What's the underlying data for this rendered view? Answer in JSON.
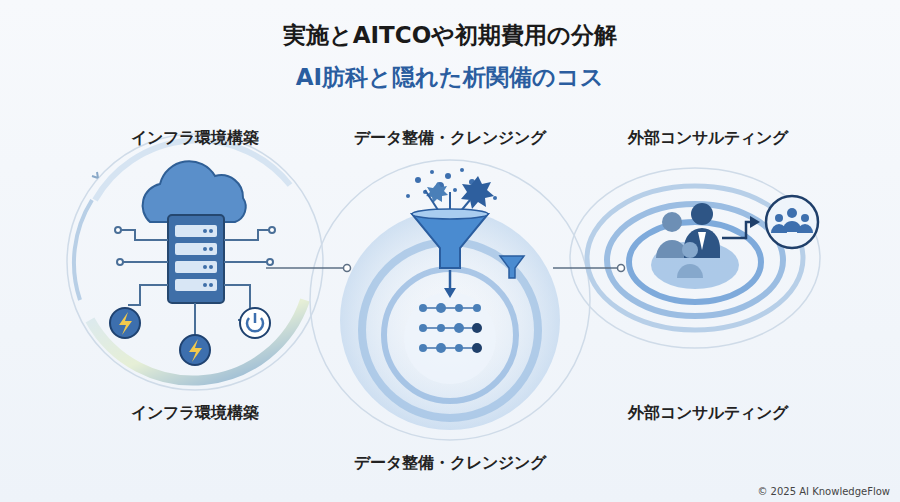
{
  "diagram": {
    "title": "実施とAITCOや初期費用の分解",
    "caption": "AI肪科と隠れた析関備のコス",
    "nodes": [
      {
        "text": [
          "インフラ環境構築",
          "インフラ環境構築"
        ]
      },
      {
        "text": [
          "データ整備・クレンジング",
          "データ整備・クレンジング"
        ]
      },
      {
        "text": [
          "外部コンサルティング",
          "外部コンサルティング"
        ]
      }
    ],
    "edges": [
      {
        "from": 0,
        "to": 1,
        "arrow": "none"
      },
      {
        "from": 1,
        "to": 2,
        "arrow": "none"
      }
    ],
    "labels": [
      "© 2025 AI KnowledgeFlow"
    ]
  }
}
